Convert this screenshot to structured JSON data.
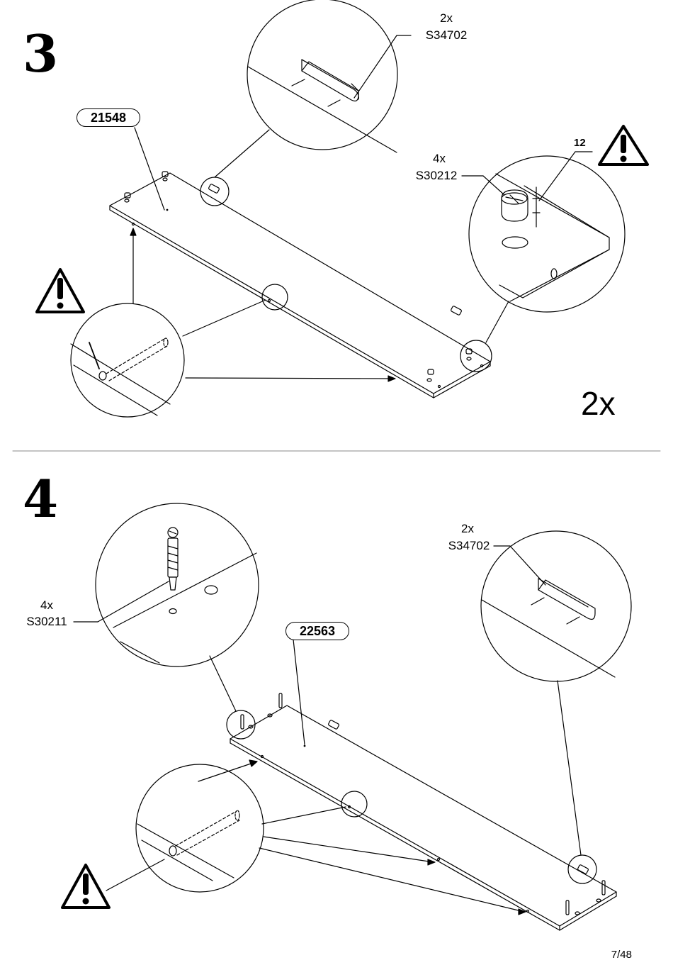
{
  "step3": {
    "number": "3",
    "part": "21548",
    "detail_top": {
      "qty": "2x",
      "code": "S34702"
    },
    "detail_right": {
      "qty": "4x",
      "code": "S30212",
      "dimension": "12"
    },
    "multiplier": "2x"
  },
  "step4": {
    "number": "4",
    "part": "22563",
    "detail_left": {
      "qty": "4x",
      "code": "S30211"
    },
    "detail_right": {
      "qty": "2x",
      "code": "S34702"
    }
  },
  "page": {
    "number": "7/48"
  }
}
